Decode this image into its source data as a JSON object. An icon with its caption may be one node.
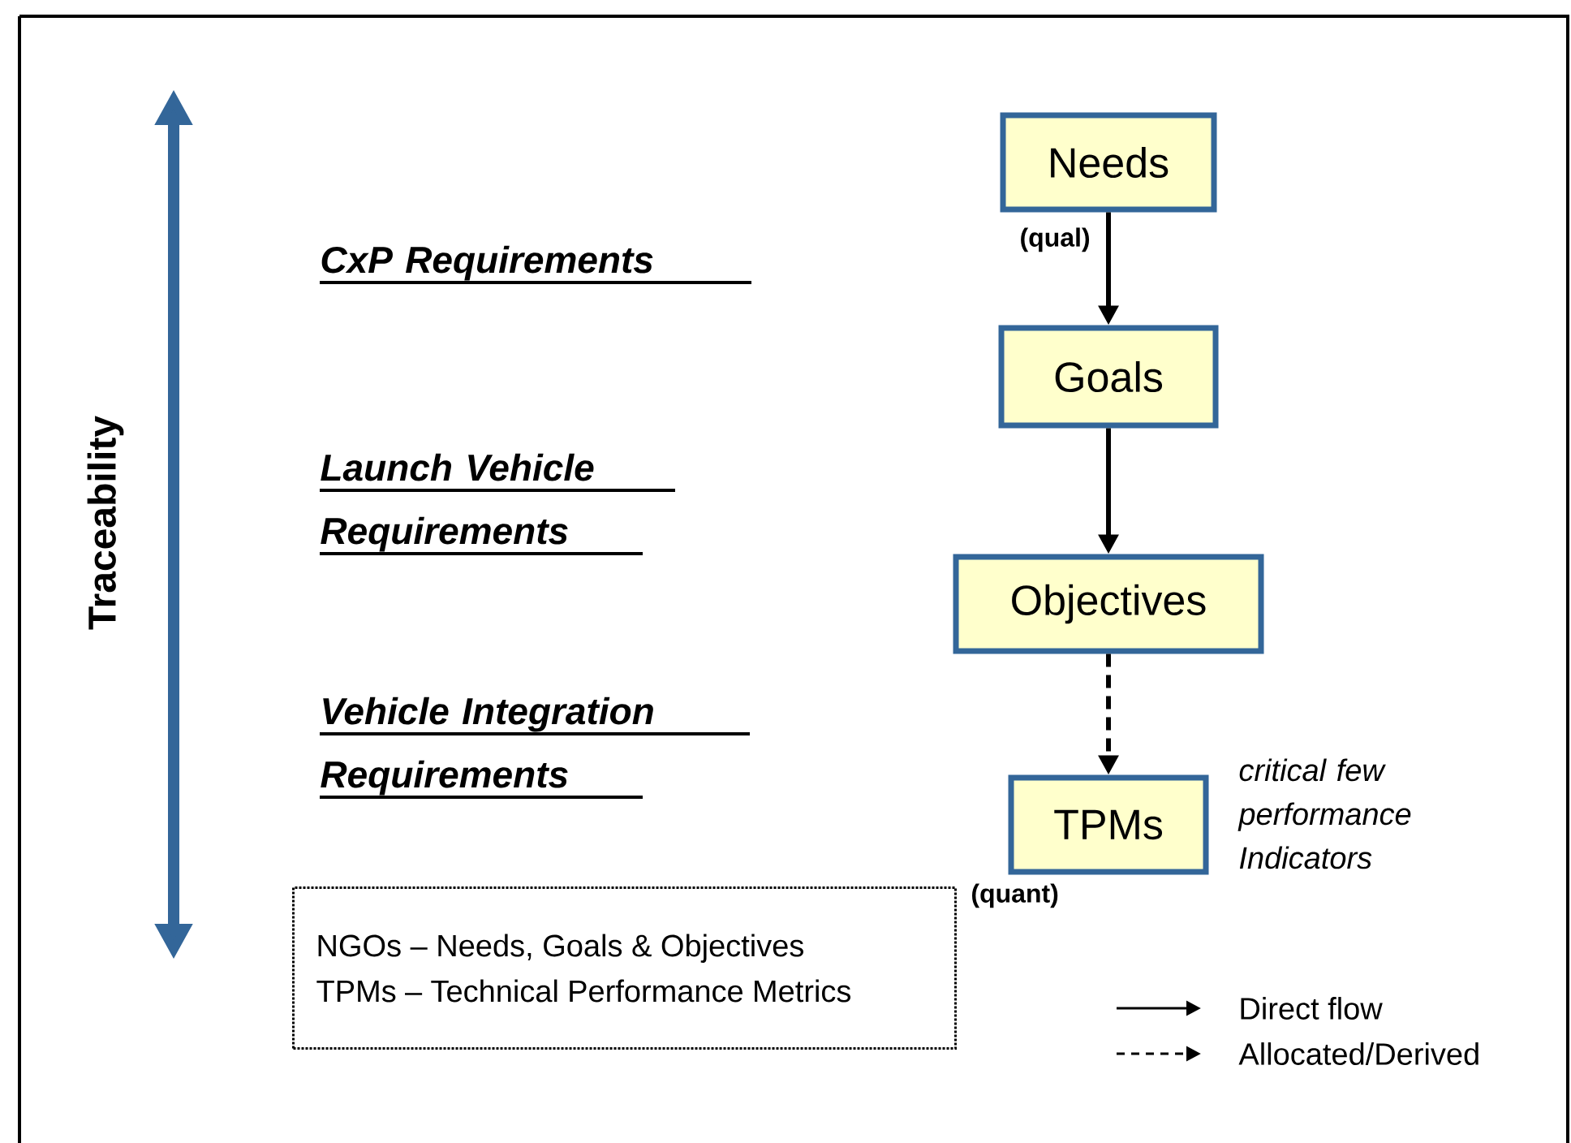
{
  "diagram": {
    "nodes": [
      {
        "text": [
          "Needs"
        ],
        "beside": [
          "(qual)"
        ]
      },
      {
        "text": [
          "Goals"
        ]
      },
      {
        "text": [
          "Objectives"
        ]
      },
      {
        "text": [
          "TPMs"
        ],
        "beside": [
          "critical few performance Indicators",
          "(quant)"
        ]
      },
      {
        "text": [
          "NGOs – Needs, Goals & Objectives",
          "TPMs – Technical Performance Metrics"
        ]
      }
    ],
    "edges": [
      {
        "from": 0,
        "to": 1,
        "arrow": "to"
      },
      {
        "from": 1,
        "to": 2,
        "arrow": "to"
      },
      {
        "from": 2,
        "to": 3,
        "arrow": "to",
        "style": "dashed"
      }
    ],
    "labels": [
      "Traceability",
      "CxP Requirements",
      "Launch Vehicle Requirements",
      "Vehicle Integration Requirements"
    ],
    "legend": [
      {
        "text": "Direct flow"
      },
      {
        "text": "Allocated/Derived"
      }
    ]
  }
}
